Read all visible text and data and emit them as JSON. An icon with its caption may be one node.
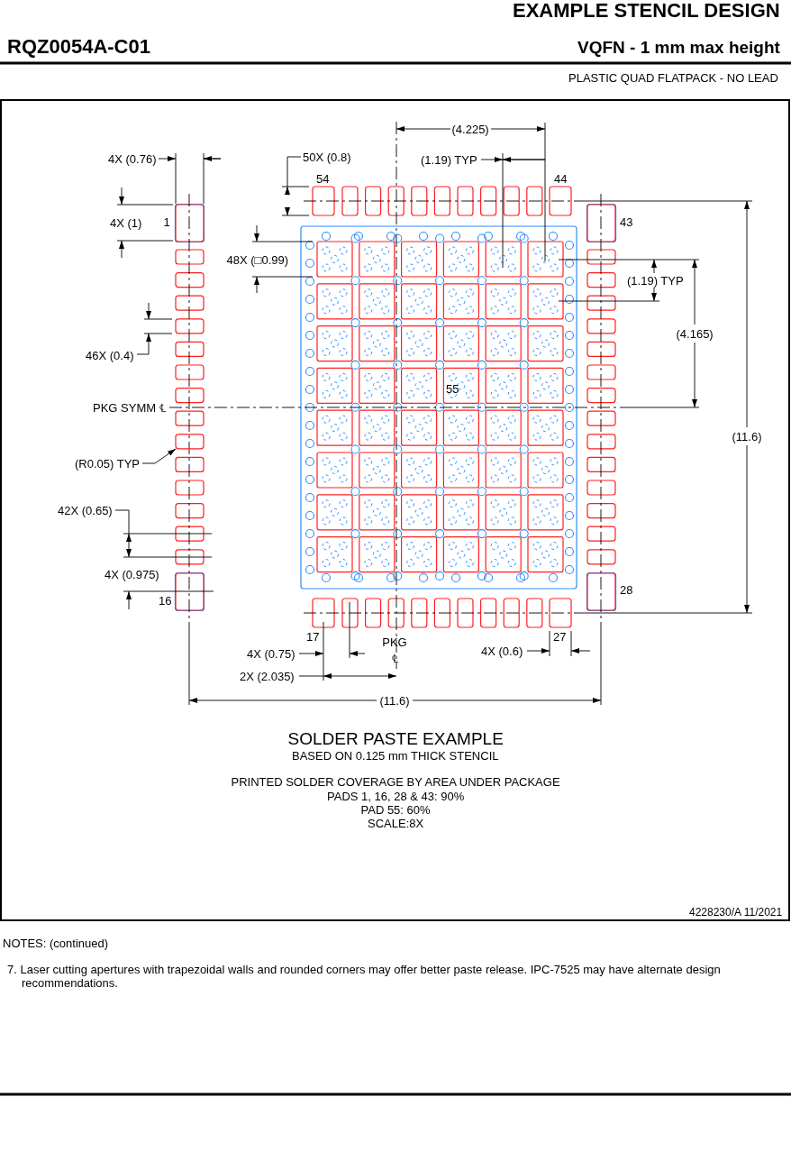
{
  "diagram": {
    "title": "EXAMPLE STENCIL DESIGN",
    "nodes": [
      {
        "text": [
          "(R0.05) TYP"
        ]
      },
      {
        "text": [],
        "shape": "box"
      }
    ],
    "edges": [
      {
        "from": 0,
        "to": 1,
        "arrow": "to"
      }
    ],
    "labels": [
      "RQZ0054A-C01",
      "VQFN - 1 mm max height",
      "PLASTIC QUAD FLATPACK - NO LEAD",
      "(4.225)",
      "4X (0.76)",
      "50X (0.8)",
      "(1.19) TYP",
      "54",
      "44",
      "4X (1)",
      "1",
      "43",
      "48X (□0.99)",
      "(1.19) TYP",
      "(4.165)",
      "46X (0.4)",
      "PKG SYMM ℄",
      "55",
      "(11.6)",
      "42X (0.65)",
      "4X (0.975)",
      "16",
      "28",
      "17",
      "PKG ℄",
      "27",
      "4X (0.75)",
      "4X (0.6)",
      "2X (2.035)",
      "(11.6)",
      "SOLDER PASTE EXAMPLE",
      "BASED ON 0.125 mm THICK STENCIL",
      "PRINTED SOLDER COVERAGE BY AREA UNDER PACKAGE",
      "PADS 1, 16, 28 & 43: 90%",
      "PAD 55: 60%",
      "SCALE:8X",
      "4228230/A 11/2021",
      "NOTES: (continued)",
      "7. Laser cutting apertures with trapezoidal walls and rounded corners may offer better paste release. IPC-7525 may have alternate design recommendations."
    ]
  }
}
